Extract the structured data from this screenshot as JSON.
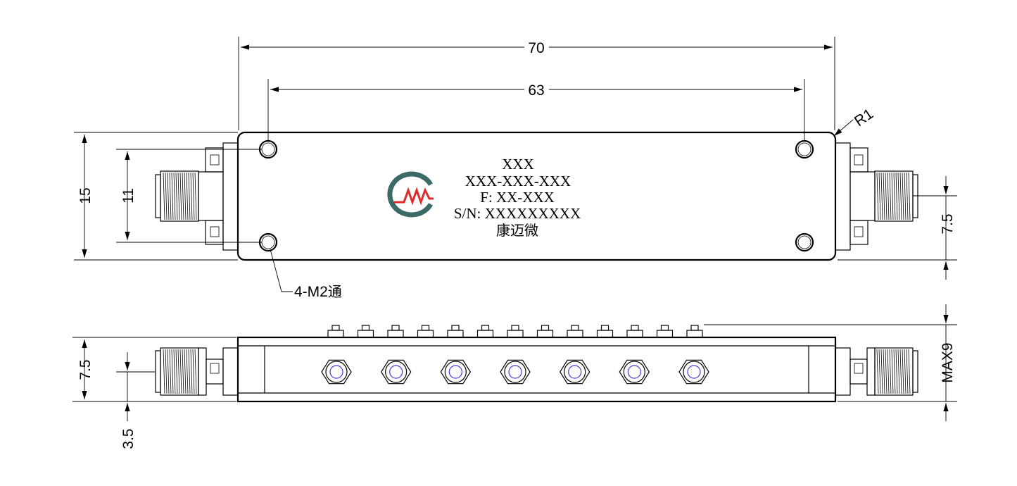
{
  "dimensions": {
    "overall_length": "70",
    "hole_spacing": "63",
    "corner_radius": "R1",
    "height": "15",
    "hole_height": "11",
    "connector_center": "7.5",
    "side_center": "7.5",
    "side_offset": "3.5",
    "max_height": "MAX9"
  },
  "holes_note": {
    "prefix": "4-M2",
    "suffix": "通"
  },
  "label": {
    "line1": "XXX",
    "line2": "XXX-XXX-XXX",
    "line3": "F:  XX-XXX",
    "line4": "S/N: XXXXXXXXX",
    "line5": "康迈微"
  },
  "logo": {
    "name": "cmw-logo",
    "ring_color": "#3b6b67",
    "wave_color": "#e0292b"
  },
  "side_view": {
    "tuning_screw_count": 13,
    "nut_count": 7,
    "nut_inner_color": "#3b3bd0"
  }
}
